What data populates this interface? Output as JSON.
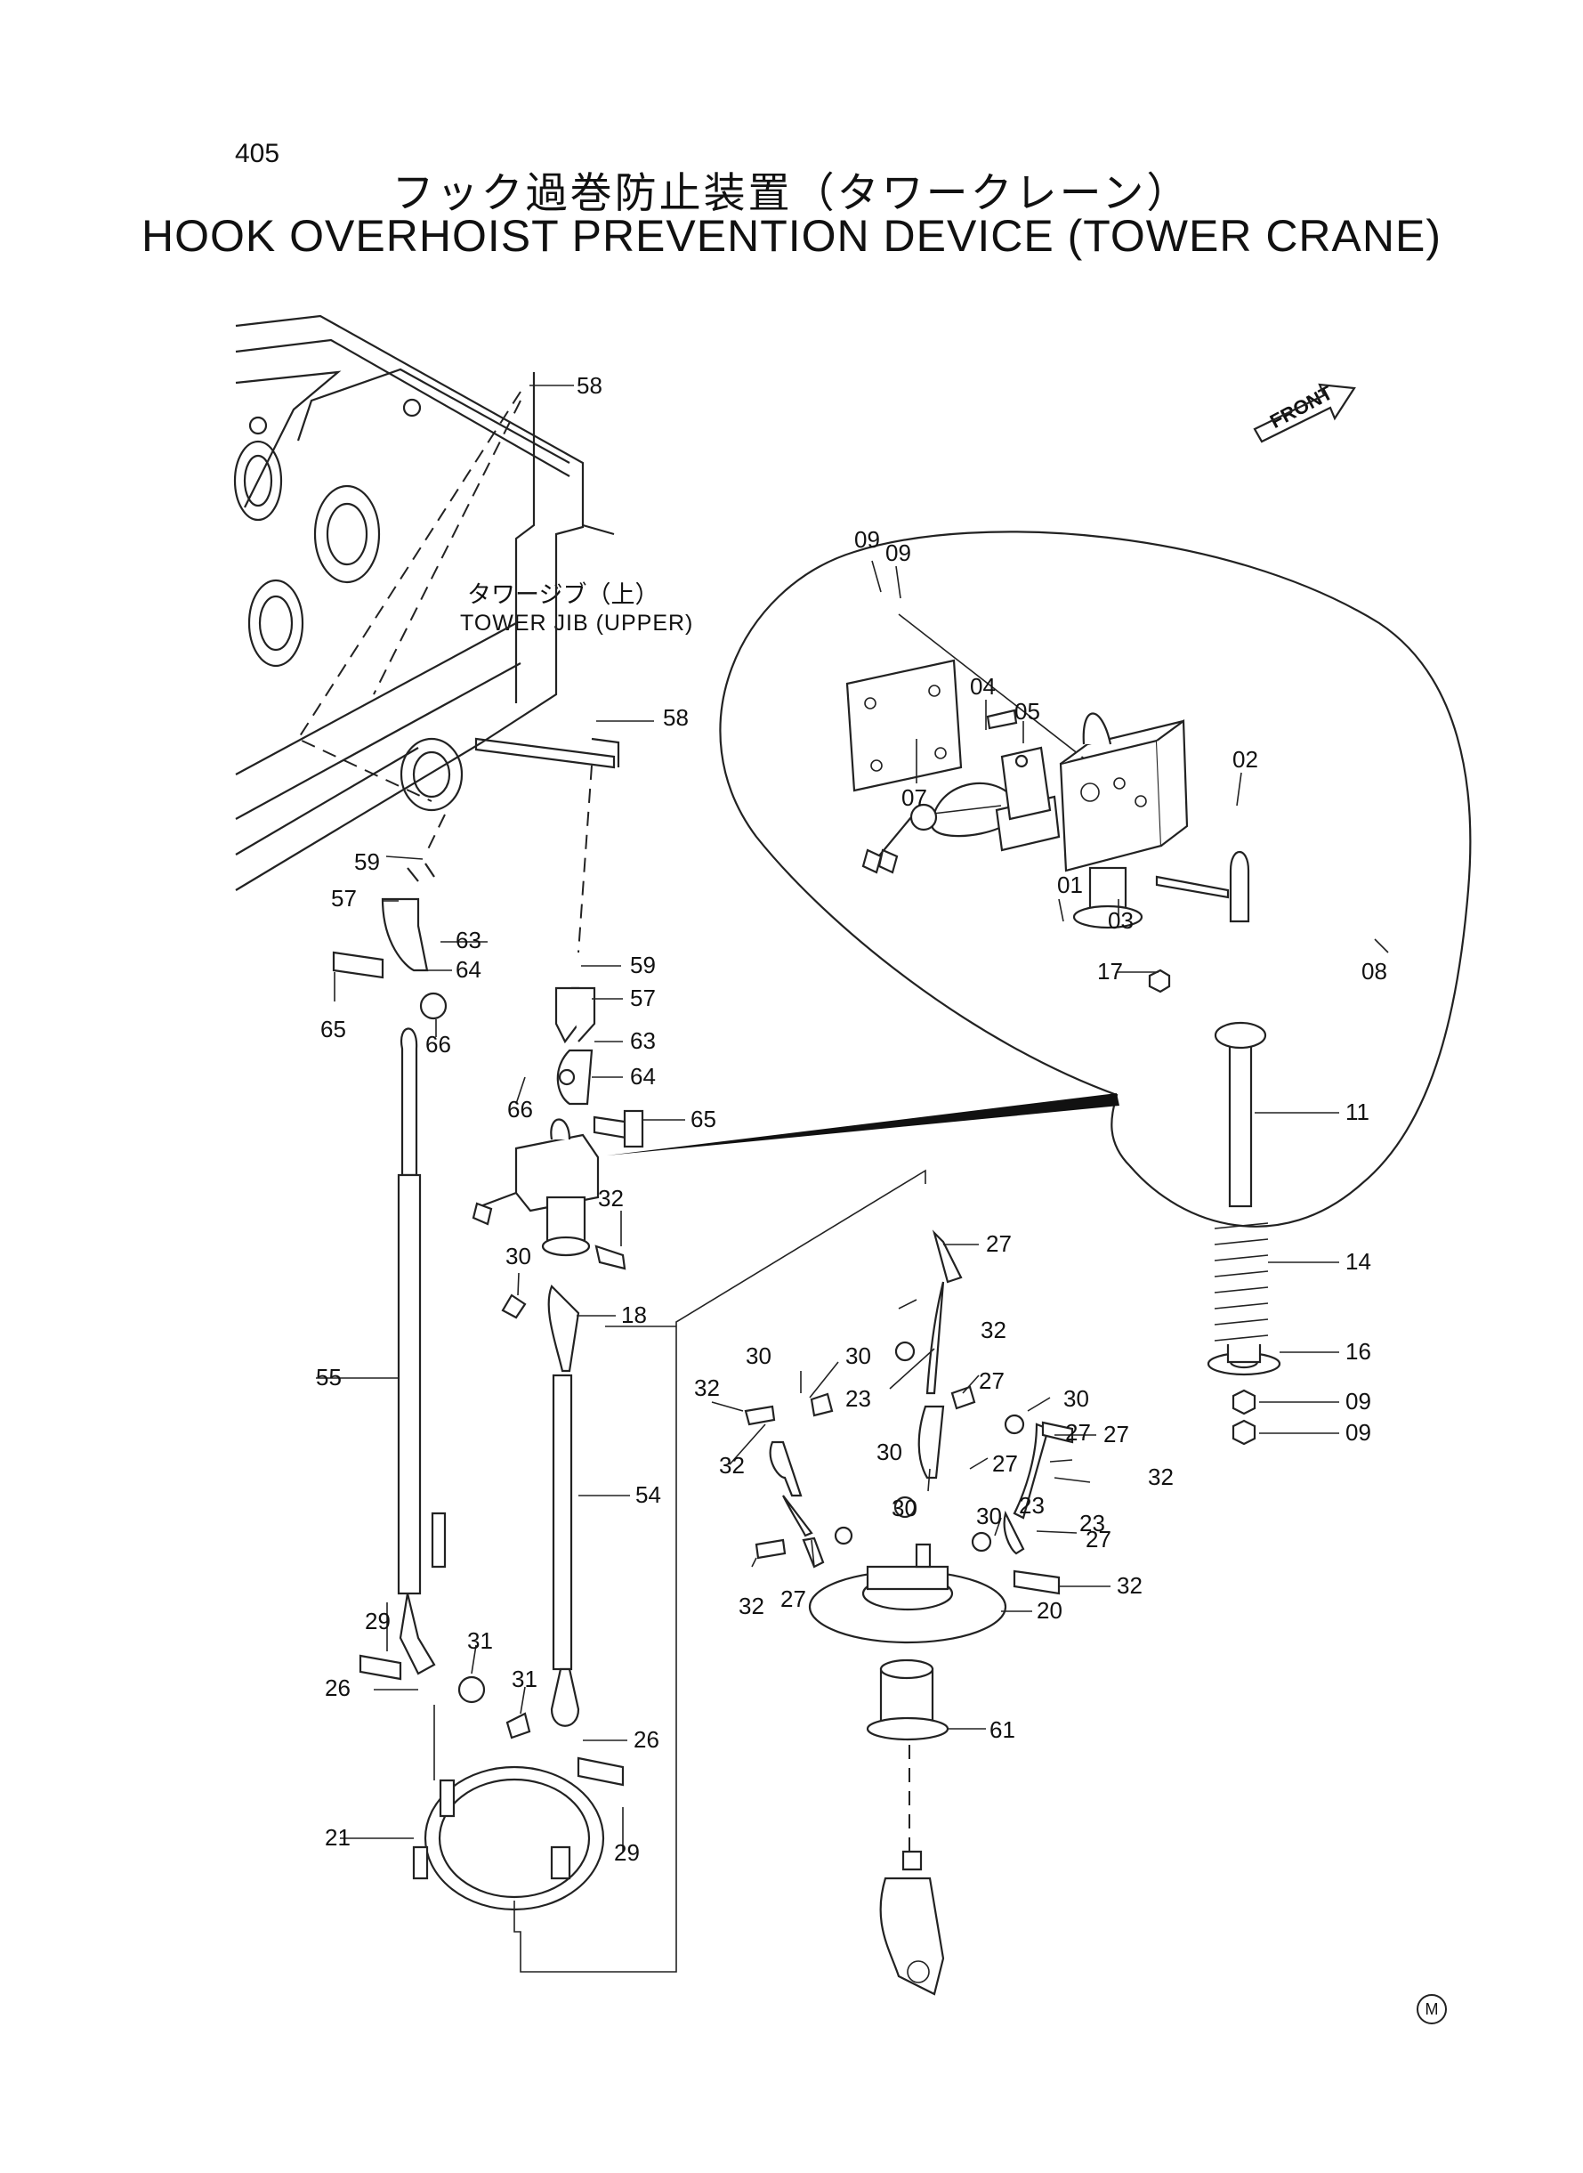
{
  "page_number": "405",
  "title_jp": "フック過巻防止装置（タワークレーン）",
  "title_en": "HOOK OVERHOIST PREVENTION DEVICE (TOWER CRANE)",
  "tower_jib_label": {
    "jp": "タワージブ（上）",
    "en": "TOWER JIB (UPPER)"
  },
  "front_label": "FRONT",
  "corner_mark": "M",
  "callouts": [
    "58",
    "58",
    "09",
    "09",
    "04",
    "05",
    "02",
    "07",
    "01",
    "03",
    "08",
    "17",
    "11",
    "14",
    "16",
    "09",
    "09",
    "59",
    "57",
    "63",
    "64",
    "65",
    "66",
    "59",
    "57",
    "63",
    "64",
    "66",
    "65",
    "32",
    "30",
    "18",
    "55",
    "54",
    "29",
    "26",
    "31",
    "31",
    "26",
    "29",
    "21",
    "32",
    "30",
    "27",
    "32",
    "27",
    "30",
    "23",
    "32",
    "30",
    "30",
    "27",
    "23",
    "27",
    "30",
    "27",
    "23",
    "32",
    "30",
    "27",
    "32",
    "32",
    "27",
    "20",
    "61"
  ]
}
